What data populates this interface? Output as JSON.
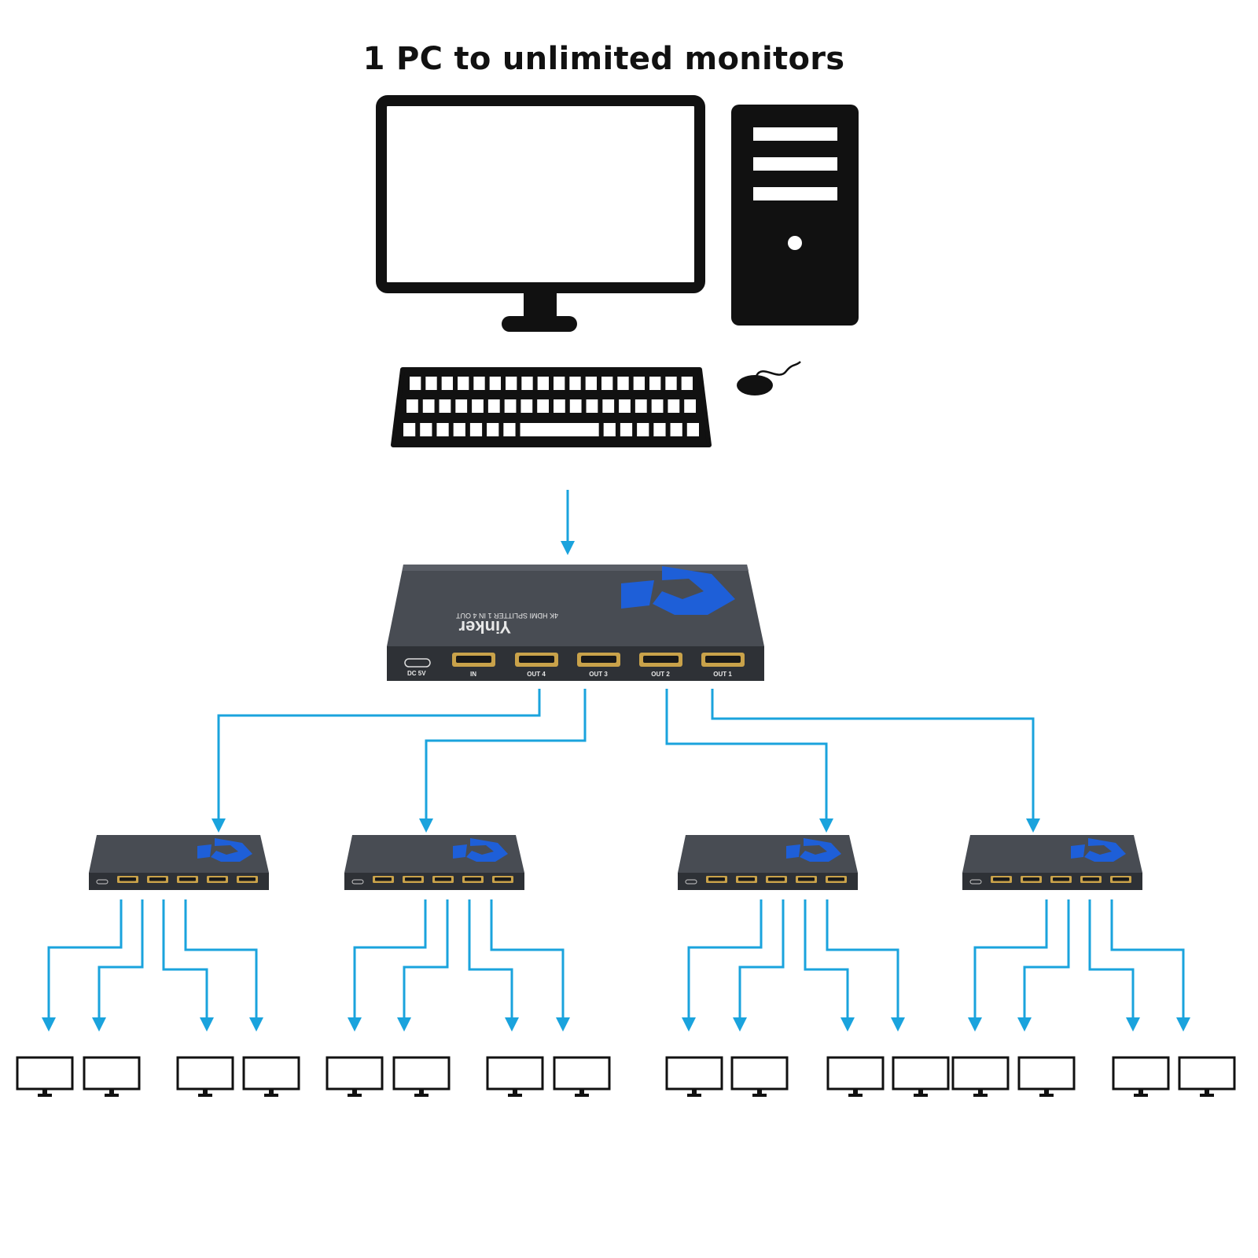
{
  "title": "1 PC to unlimited monitors",
  "colors": {
    "arrow": "#1aa3dd",
    "device_body": "#3a3d42",
    "device_top": "#4a4e55",
    "logo_blue": "#1e5fd8",
    "port_gold": "#c9a24a",
    "icon_black": "#111111"
  },
  "main_splitter": {
    "brand": "Yinker",
    "model": "4K HDMI SPLITTER 1 IN 4 OUT",
    "power_label": "DC 5V",
    "ports": [
      "IN",
      "OUT 4",
      "OUT 3",
      "OUT 2",
      "OUT 1"
    ]
  },
  "icons": {
    "monitor": "monitor-icon",
    "tower": "pc-tower-icon",
    "keyboard": "keyboard-icon",
    "mouse": "mouse-icon"
  }
}
